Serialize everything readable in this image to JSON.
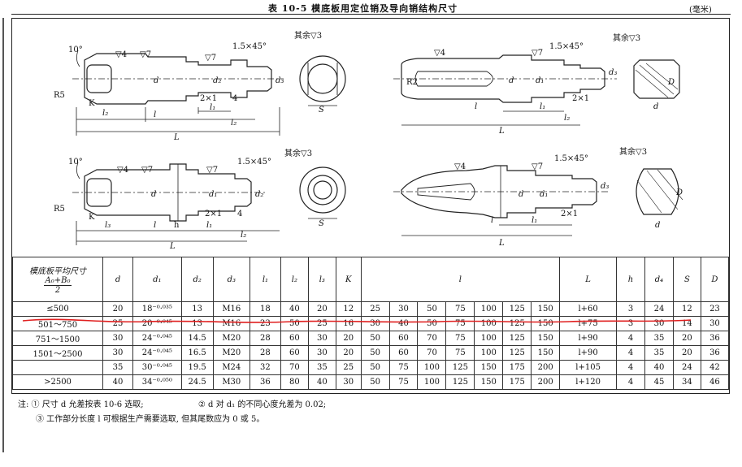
{
  "title": "表 10-5  模底板用定位销及导向销结构尺寸",
  "unit": "(毫米)",
  "drawings": {
    "labels": {
      "angle": "10°",
      "chamfer": "1.5×45°",
      "rest_finish": "其余▽3",
      "finish7": "▽7",
      "finish4": "▽4",
      "r5": "R5",
      "r2": "R2",
      "groove": "2×1",
      "four": "4",
      "d": "d",
      "d1": "d₁",
      "d2": "d₂",
      "d3": "d₃",
      "D": "D",
      "S": "S",
      "K": "K",
      "l": "l",
      "l1": "l₁",
      "l2": "l₂",
      "l3": "l₃",
      "L": "L",
      "h": "h"
    }
  },
  "table": {
    "headers": {
      "size_label": "模底板平均尺寸",
      "size_num": "A₀+B₀",
      "size_den": "2",
      "d": "d",
      "d1": "d₁",
      "d2": "d₂",
      "d3": "d₃",
      "l1": "l₁",
      "l2": "l₂",
      "l3": "l₃",
      "K": "K",
      "l": "l",
      "L": "L",
      "h": "h",
      "d4": "d₄",
      "S": "S",
      "D": "D"
    },
    "rows": [
      {
        "size": "≤500",
        "d": "20",
        "d1": "18⁻⁰·⁰³⁵",
        "d2": "13",
        "d3": "M16",
        "l1": "18",
        "l2": "40",
        "l3": "20",
        "K": "12",
        "l": [
          "25",
          "30",
          "50",
          "75",
          "100",
          "125",
          "150"
        ],
        "L": "l+60",
        "h": "3",
        "d4": "24",
        "S": "12",
        "D": "23"
      },
      {
        "size": "501～750",
        "d": "25",
        "d1": "20⁻⁰·⁰⁴⁵",
        "d2": "13",
        "d3": "M16",
        "l1": "23",
        "l2": "50",
        "l3": "25",
        "K": "16",
        "l": [
          "30",
          "40",
          "50",
          "75",
          "100",
          "125",
          "150"
        ],
        "L": "l+75",
        "h": "3",
        "d4": "30",
        "S": "14",
        "D": "30"
      },
      {
        "size": "751～1500",
        "d": "30",
        "d1": "24⁻⁰·⁰⁴⁵",
        "d2": "14.5",
        "d3": "M20",
        "l1": "28",
        "l2": "60",
        "l3": "30",
        "K": "20",
        "l": [
          "50",
          "60",
          "70",
          "75",
          "100",
          "125",
          "150"
        ],
        "L": "l+90",
        "h": "4",
        "d4": "35",
        "S": "20",
        "D": "36"
      },
      {
        "size": "1501～2500",
        "d": "30",
        "d1": "24⁻⁰·⁰⁴⁵",
        "d2": "16.5",
        "d3": "M20",
        "l1": "28",
        "l2": "60",
        "l3": "30",
        "K": "20",
        "l": [
          "50",
          "60",
          "70",
          "75",
          "100",
          "125",
          "150"
        ],
        "L": "l+90",
        "h": "4",
        "d4": "35",
        "S": "20",
        "D": "36"
      },
      {
        "size": "",
        "d": "35",
        "d1": "30⁻⁰·⁰⁴⁵",
        "d2": "19.5",
        "d3": "M24",
        "l1": "32",
        "l2": "70",
        "l3": "35",
        "K": "25",
        "l": [
          "50",
          "75",
          "100",
          "125",
          "150",
          "175",
          "200"
        ],
        "L": "l+105",
        "h": "4",
        "d4": "40",
        "S": "24",
        "D": "42"
      },
      {
        "size": ">2500",
        "d": "40",
        "d1": "34⁻⁰·⁰⁵⁰",
        "d2": "24.5",
        "d3": "M30",
        "l1": "36",
        "l2": "80",
        "l3": "40",
        "K": "30",
        "l": [
          "50",
          "75",
          "100",
          "125",
          "150",
          "175",
          "200"
        ],
        "L": "l+120",
        "h": "4",
        "d4": "45",
        "S": "34",
        "D": "46"
      }
    ]
  },
  "notes": {
    "n1": "注: ① 尺寸 d 允差按表 10-6 选取;",
    "n2": "② d 对 d₁ 的不同心度允差为 0.02;",
    "n3": "③ 工作部分长度 l 可根据生产需要选取, 但其尾数应为 0 或 5。"
  },
  "annotation_color": "#e02020"
}
